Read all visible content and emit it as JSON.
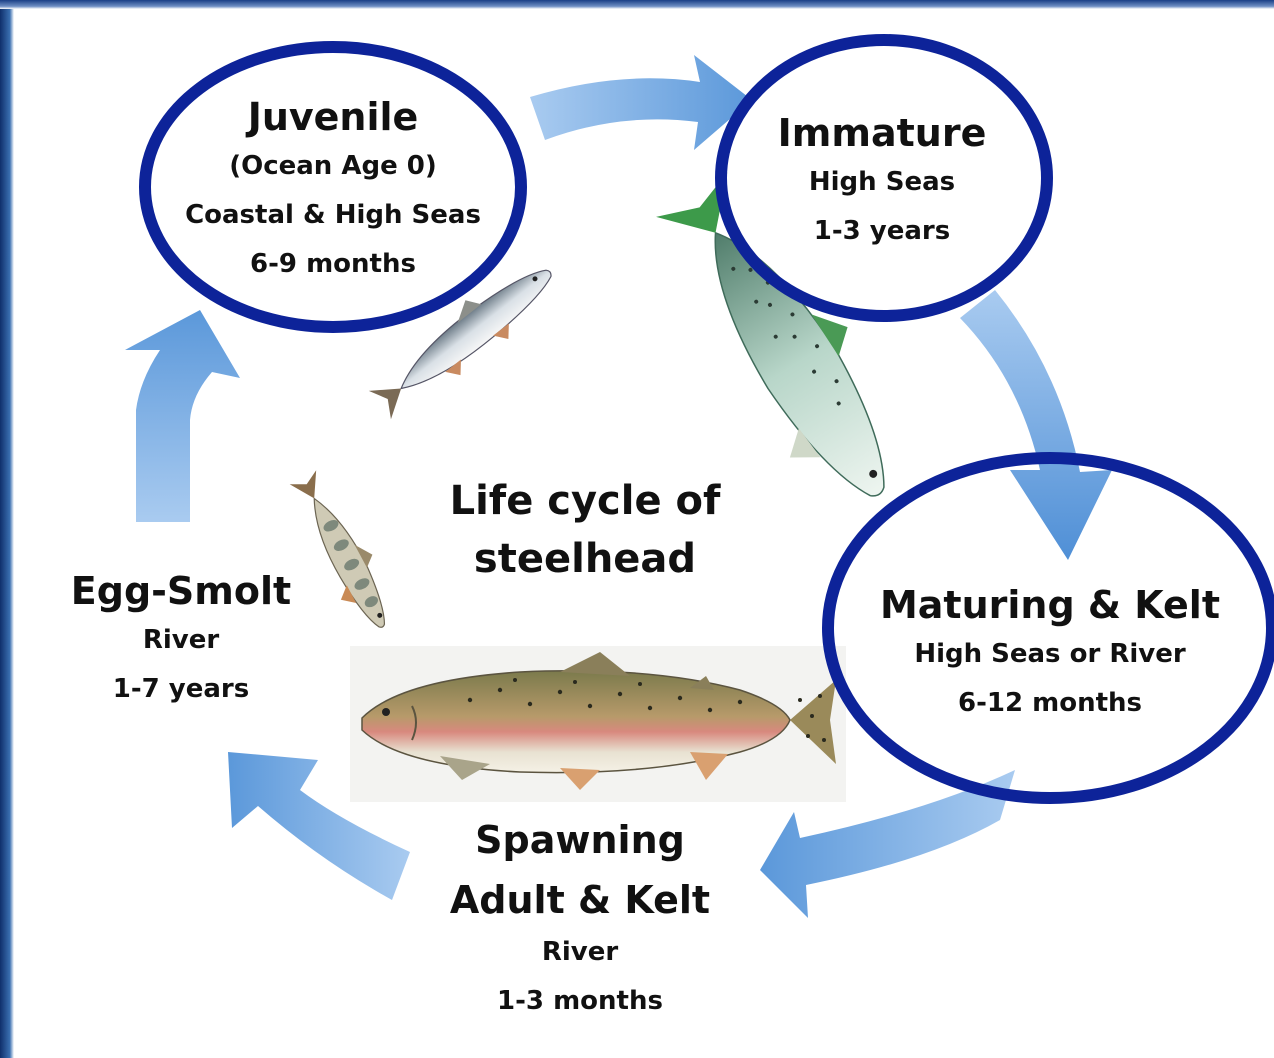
{
  "diagram": {
    "title": [
      "Life cycle of",
      "steelhead"
    ],
    "colors": {
      "ring": "#0d2399",
      "arrow": "#8db8e8",
      "arrow_dark": "#4f8fd6"
    },
    "stages": {
      "juvenile": {
        "name": "Juvenile",
        "lines": [
          "(Ocean Age 0)",
          "Coastal & High Seas",
          "6-9 months"
        ]
      },
      "immature": {
        "name": "Immature",
        "lines": [
          "High Seas",
          "1-3 years"
        ]
      },
      "maturing": {
        "name": "Maturing & Kelt",
        "lines": [
          "High Seas or River",
          "6-12 months"
        ]
      },
      "spawning": {
        "name": [
          "Spawning",
          "Adult & Kelt"
        ],
        "lines": [
          "River",
          "1-3 months"
        ]
      },
      "egg_smolt": {
        "name": "Egg-Smolt",
        "lines": [
          "River",
          "1-7 years"
        ]
      }
    },
    "illustrations": [
      "juvenile-fish",
      "immature-fish",
      "parr-fish",
      "adult-rainbow-trout"
    ]
  }
}
